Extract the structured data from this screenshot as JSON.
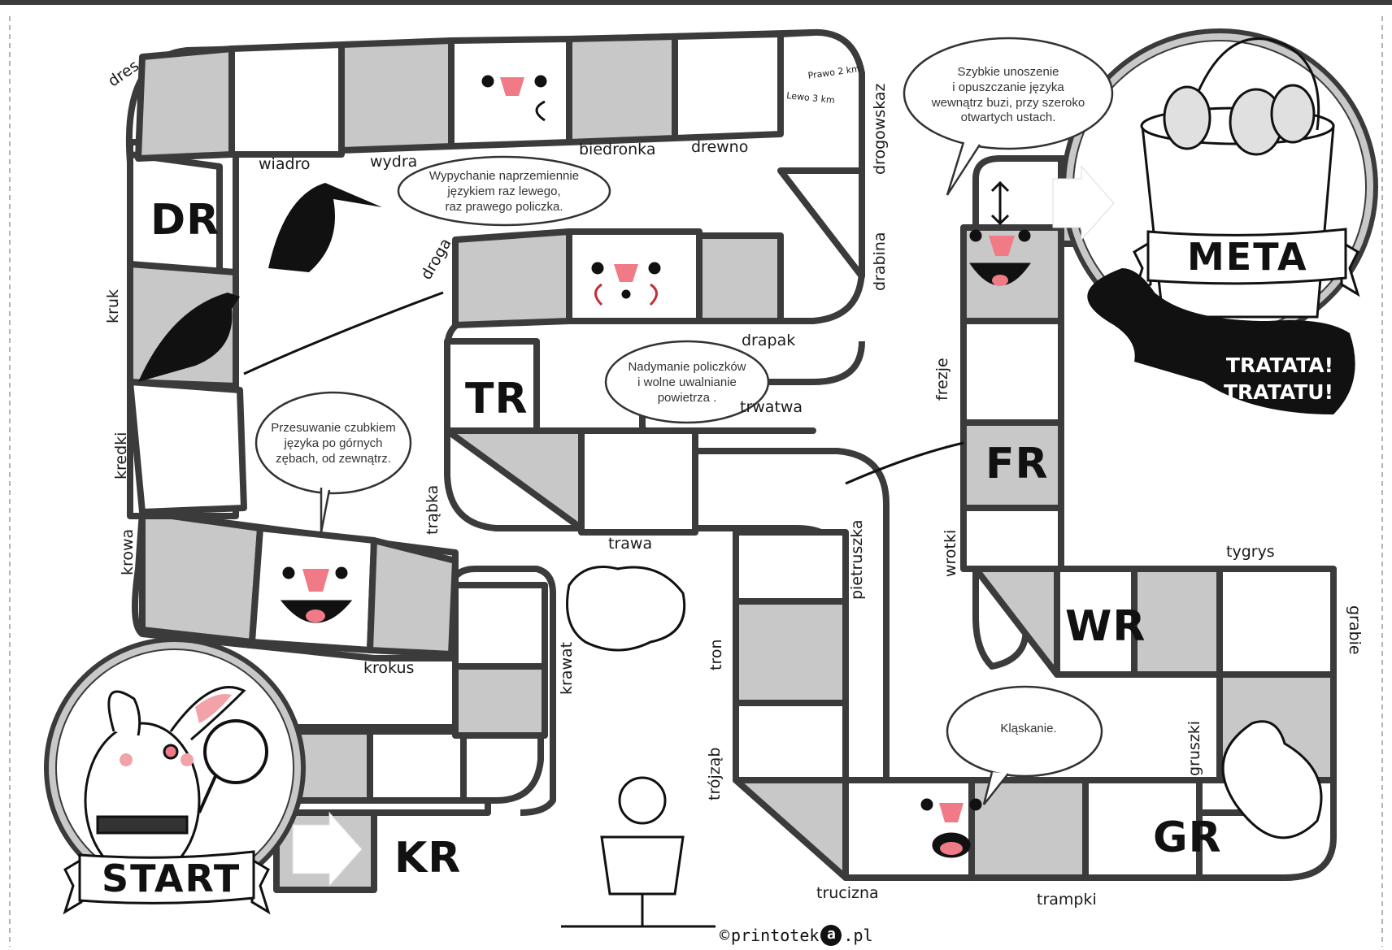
{
  "colors": {
    "track_outline": "#3b3b3b",
    "tile_grey": "#c8c8c8",
    "tile_white": "#ffffff",
    "nose_pink": "#f07a86",
    "cheek_pink": "#f2a3aa",
    "ink": "#111111"
  },
  "banners": {
    "start": "START",
    "meta": "META"
  },
  "shout": "TRATATA!\nTRATATU!",
  "combos": {
    "dr": "DR",
    "tr": "TR",
    "kr": "KR",
    "fr": "FR",
    "wr": "WR",
    "gr": "GR"
  },
  "words": {
    "dres": "dres",
    "wiadro": "wiadro",
    "wydra": "wydra",
    "biedronka": "biedronka",
    "drewno": "drewno",
    "drogowskaz": "drogowskaz",
    "drabina": "drabina",
    "drapak": "drapak",
    "droga": "droga",
    "kruk": "kruk",
    "kredki": "kredki",
    "krowa": "krowa",
    "krokus": "krokus",
    "krawat": "krawat",
    "trabka": "trąbka",
    "trawa": "trawa",
    "trwatwa": "trwatwa",
    "pietruszka": "pietruszka",
    "tron": "tron",
    "trojzab": "trójząb",
    "trucizna": "trucizna",
    "trampki": "trampki",
    "gruszki": "gruszki",
    "grabie": "grabie",
    "tygrys": "tygrys",
    "wrotki": "wrotki",
    "frezje": "frezje"
  },
  "bubbles": {
    "b1": "Wypychanie naprzemiennie\njęzykiem raz lewego,\nraz prawego policzka.",
    "b2": "Nadymanie policzków\ni wolne uwalnianie\npowietrza .",
    "b3": "Przesuwanie czubkiem\njęzyka po górnych\nzębach, od zewnątrz.",
    "b4": "Szybkie unoszenie\ni opuszczanie języka\nwewnątrz buzi, przy szeroko\notwartych ustach.",
    "b5": "Kląskanie."
  },
  "signpost": {
    "right": "Prawo 2 km",
    "left": "Lewo 3 km"
  },
  "footer": {
    "copyright": "©",
    "prefix": "printotek",
    "at": "a",
    "suffix": ".pl"
  },
  "icons": [
    "arrow-right-icon",
    "face-icon",
    "crow-icon",
    "bucket-icon",
    "pear-icon",
    "rabbit-icon",
    "magnifier-icon"
  ]
}
